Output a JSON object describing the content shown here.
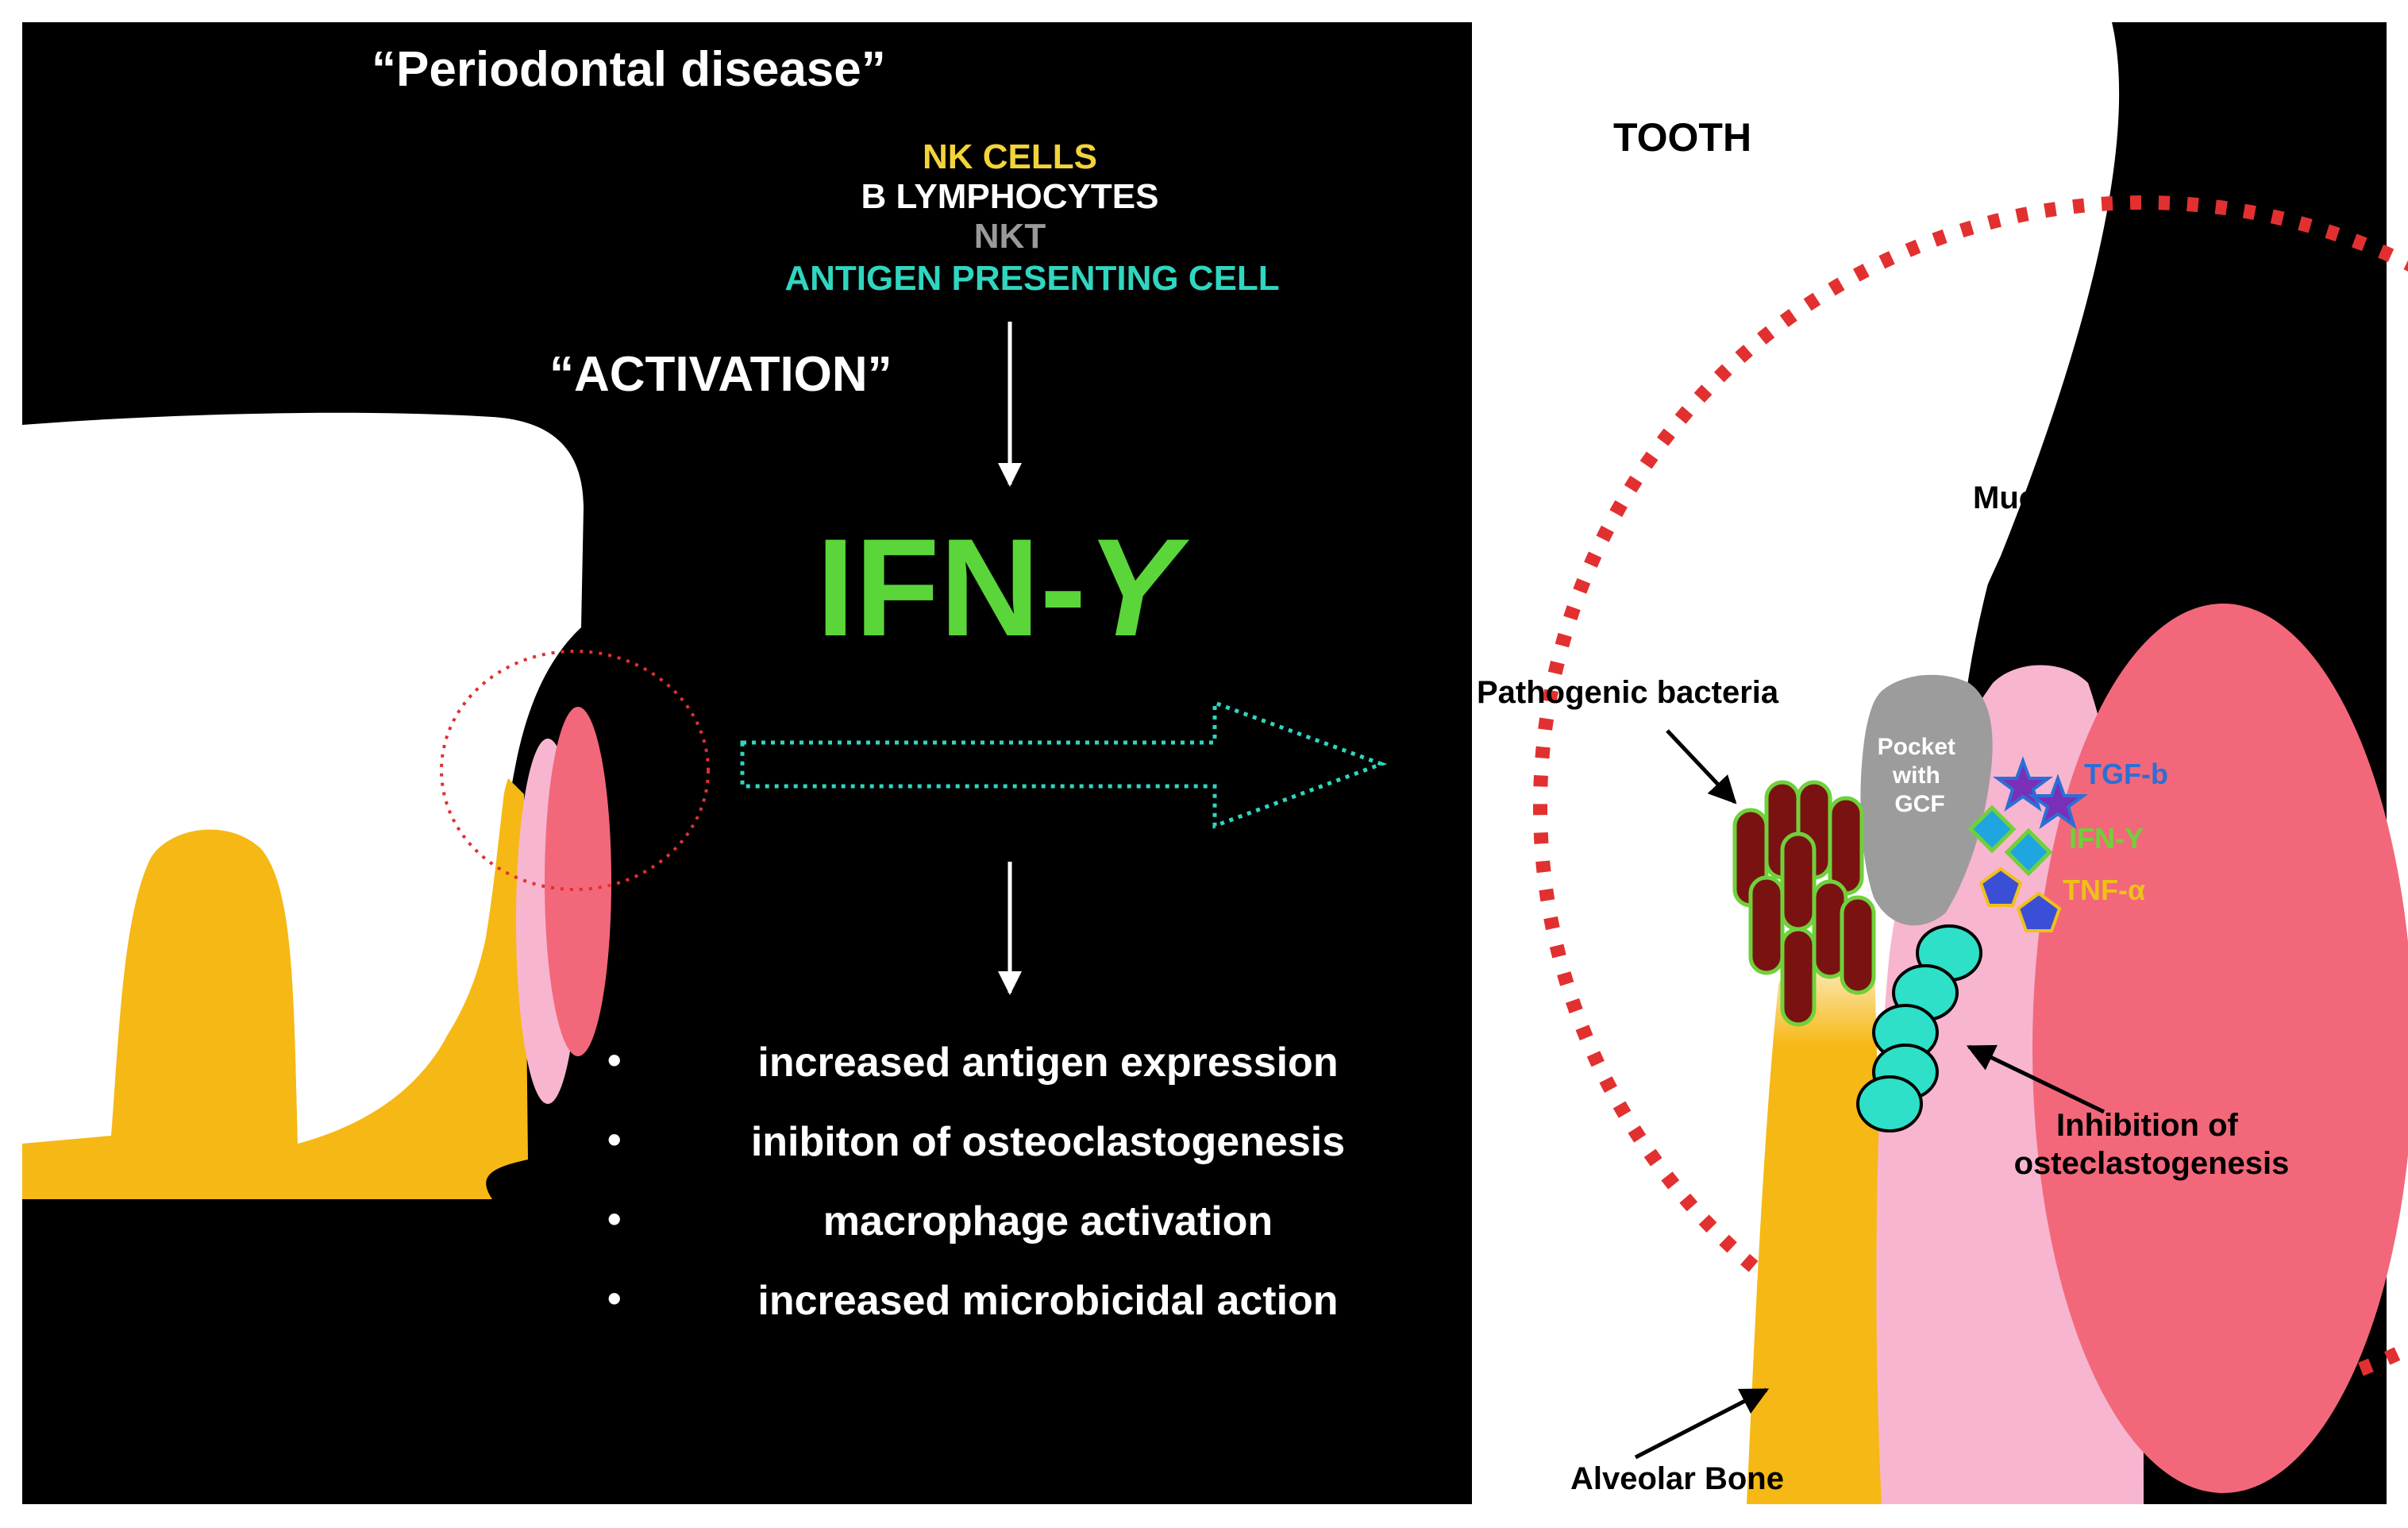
{
  "left_panel": {
    "title": "“Periodontal disease”",
    "cells": [
      {
        "label": "NK CELLS",
        "color": "#f2d33a"
      },
      {
        "label": "B LYMPHOCYTES",
        "color": "#ffffff"
      },
      {
        "label": "NKT",
        "color": "#9a9a9a"
      },
      {
        "label": "ANTIGEN PRESENTING CELL",
        "color": "#2fd6c0"
      }
    ],
    "activation": "“ACTIVATION”",
    "cytokine": {
      "label": "IFN-",
      "gamma": "Y",
      "color": "#5ad63a"
    },
    "effects": [
      "increased antigen expression",
      "inibiton of osteoclastogenesis",
      "macrophage activation",
      "increased microbicidal action"
    ],
    "bullet": "•"
  },
  "right_panel": {
    "tooth_label": "TOOTH",
    "mucosal_label": "Mucosal epithelium",
    "bacteria_label": "Pathogenic bacteria",
    "pocket_label": [
      "Pocket",
      "with",
      "GCF"
    ],
    "legend": [
      {
        "label": "TGF-b",
        "color": "#2b6fd6",
        "icon": "star-icon"
      },
      {
        "label": "IFN-Y",
        "color": "#6ed13a",
        "icon": "diamond-icon"
      },
      {
        "label": "TNF-α",
        "color": "#f0c01a",
        "icon": "pentagon-icon"
      }
    ],
    "inhibition_label": [
      "Inhibition of",
      "osteclastogenesis"
    ],
    "bone_label": "Alveolar Bone"
  },
  "colors": {
    "background": "#000000",
    "tooth": "#ffffff",
    "bone": "#f6b815",
    "gingiva_light": "#f7b5d0",
    "gingiva_red": "#f2687a",
    "bacteria": "#7a1212",
    "bacteria_outline": "#6fd13a",
    "pocket": "#9c9c9c",
    "osteoclast_cells": "#2ee0c8",
    "dotted_circle": "#e23030",
    "teal_arrow": "#2fd6c0"
  }
}
